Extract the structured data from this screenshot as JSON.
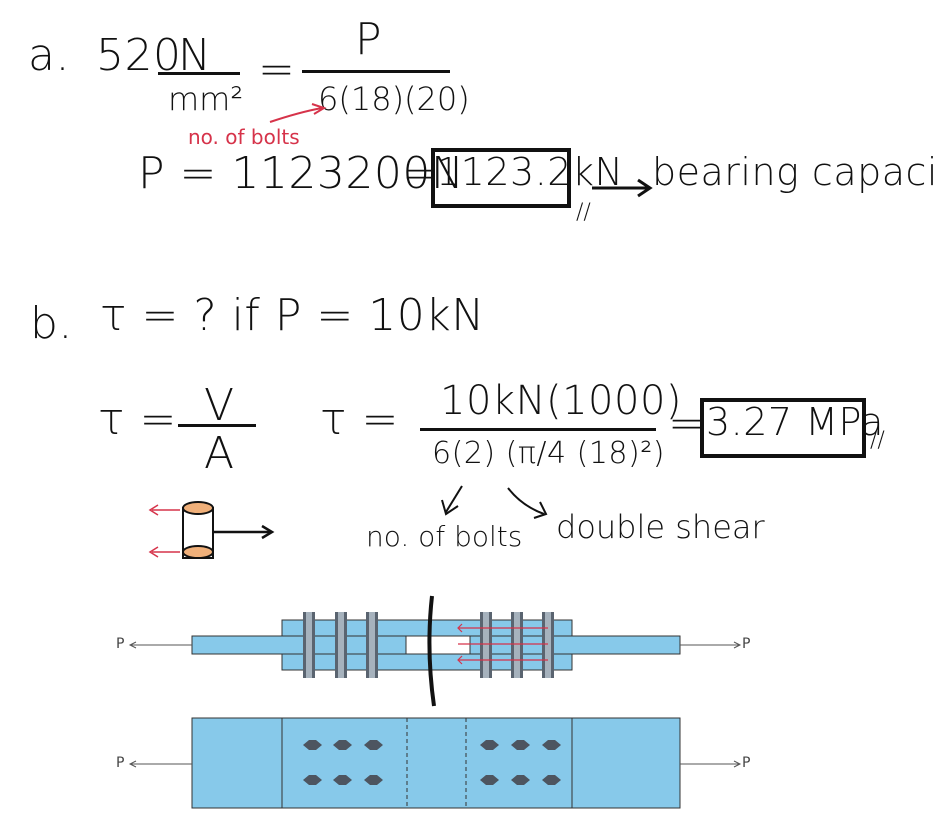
{
  "part_a": {
    "label": "a.",
    "stress_value": "520",
    "stress_unit_num": "N",
    "stress_unit_den": "mm²",
    "equals": "=",
    "numerator": "P",
    "denominator": "6(18)(20)",
    "bolts_note": "no. of bolts",
    "result_lhs": "P = 1123200N",
    "result_eq": "=",
    "result_boxed": "1123.2kN",
    "result_mark": "//",
    "result_note": "bearing capacity"
  },
  "part_b": {
    "label": "b.",
    "question": "τ = ?  if  P = 10kN",
    "formula_lhs": "τ =",
    "formula_num": "V",
    "formula_den": "A",
    "calc_lhs": "τ =",
    "calc_num": "10kN(1000)",
    "calc_den": "6(2) (π/4 (18)²)",
    "calc_eq": "=",
    "result_boxed": "3.27 MPa",
    "result_mark": "//",
    "note_bolts": "no. of bolts",
    "note_shear": "double shear"
  },
  "diagram": {
    "load_label_left": "P",
    "load_label_right": "P",
    "plate_color": "#87c9ea",
    "bolt_color": "#5a6470",
    "arrow_color": "#d6334a"
  }
}
